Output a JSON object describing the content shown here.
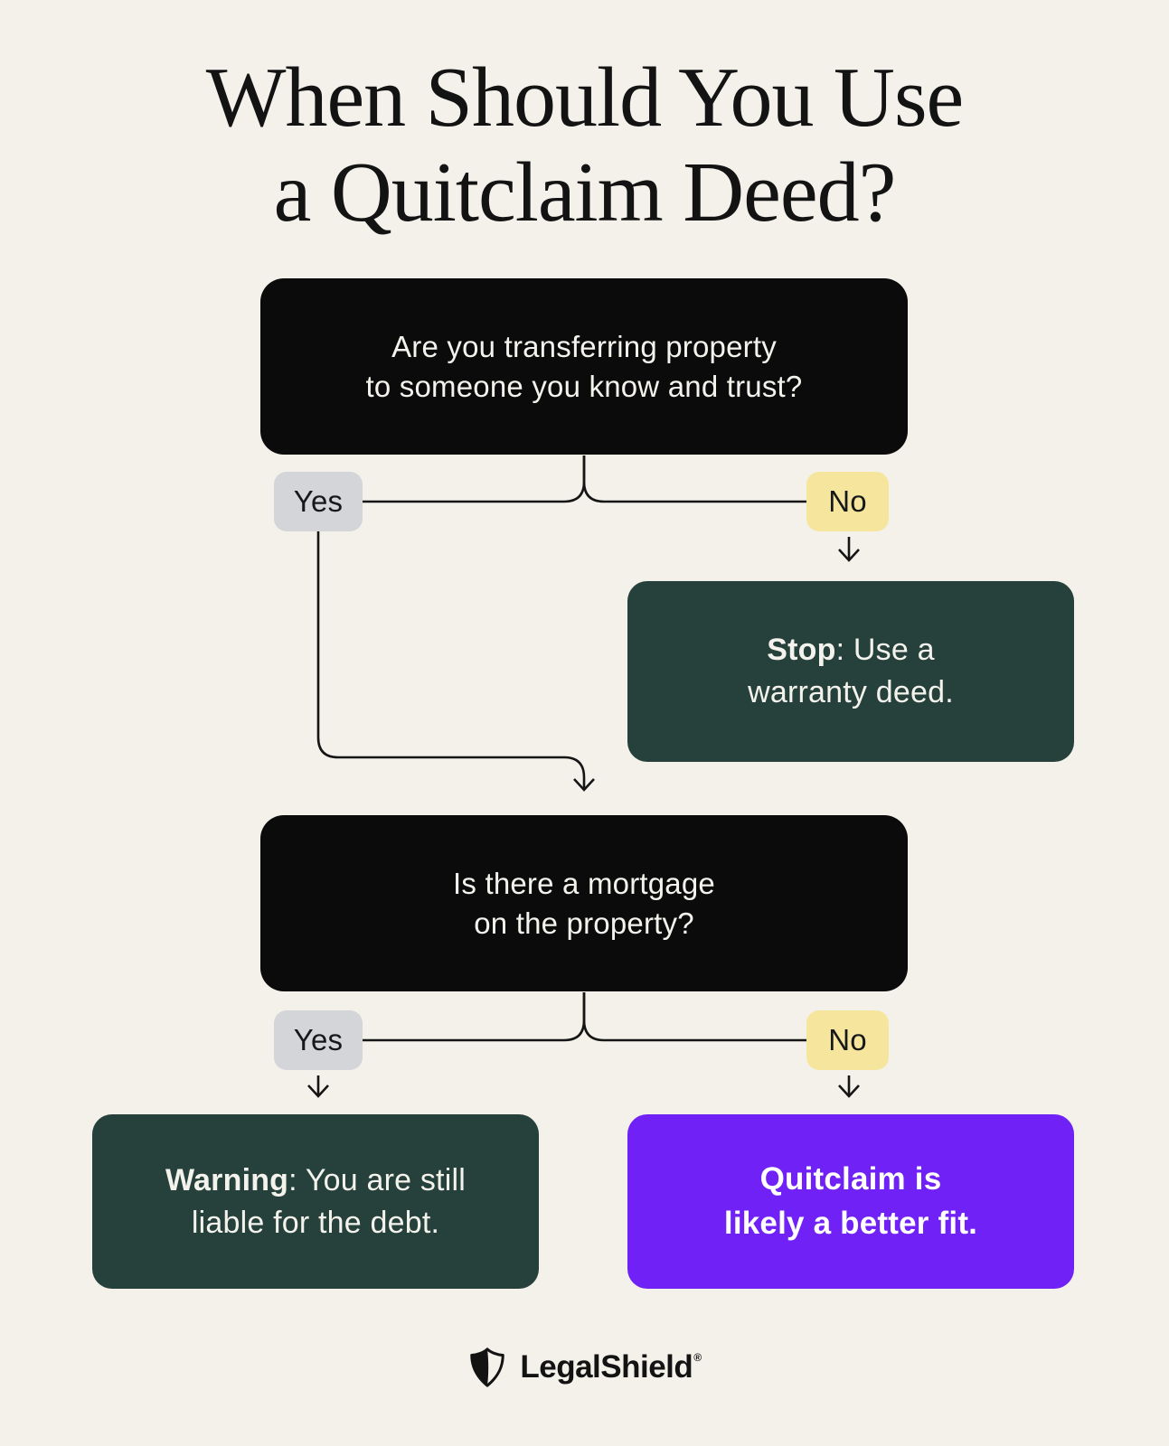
{
  "colors": {
    "background": "#f3f1e9",
    "box_dark": "#0b0b0b",
    "box_green": "#26413b",
    "box_purple": "#7021f5",
    "label_yes_bg": "#d3d5d8",
    "label_no_bg": "#f6e69d",
    "text_light": "#f4f2ec",
    "text_dark": "#131313",
    "line": "#151515"
  },
  "title": {
    "line1": "When Should You Use",
    "line2": "a Quitclaim Deed?"
  },
  "flowchart": {
    "question1": {
      "line1": "Are you transferring property",
      "line2": "to someone you know and trust?"
    },
    "branch1": {
      "yes": "Yes",
      "no": "No"
    },
    "stop_box": {
      "bold": "Stop",
      "after_bold": ": Use a",
      "line2": "warranty deed."
    },
    "question2": {
      "line1": "Is there a mortgage",
      "line2": "on the property?"
    },
    "branch2": {
      "yes": "Yes",
      "no": "No"
    },
    "warning_box": {
      "bold": "Warning",
      "after_bold": ": You are still",
      "line2": "liable for the debt."
    },
    "result_box": {
      "line1": "Quitclaim is",
      "line2": "likely a better fit."
    }
  },
  "footer": {
    "logo_icon": "shield-icon",
    "brand": "LegalShield",
    "registered_mark": "®"
  }
}
